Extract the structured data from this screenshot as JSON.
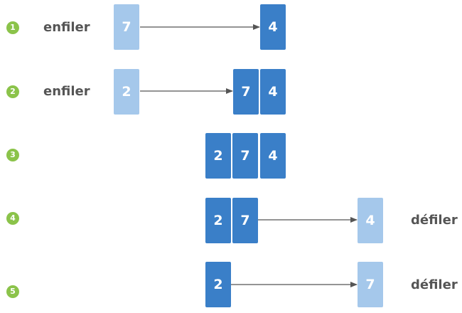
{
  "steps": [
    {
      "number": "1",
      "label": "enfiler",
      "queue": [
        "4"
      ],
      "moving": "7"
    },
    {
      "number": "2",
      "label": "enfiler",
      "queue": [
        "7",
        "4"
      ],
      "moving": "2"
    },
    {
      "number": "3",
      "label": "",
      "queue": [
        "2",
        "7",
        "4"
      ],
      "moving": ""
    },
    {
      "number": "4",
      "label": "défiler",
      "queue": [
        "2",
        "7"
      ],
      "moving": "4"
    },
    {
      "number": "5",
      "label": "défiler",
      "queue": [
        "2"
      ],
      "moving": "7"
    }
  ],
  "colors": {
    "queue_element": "#3a7fc8",
    "moving_element": "#a5c8eb",
    "step_badge": "#8bc34a",
    "arrow": "#555555",
    "label_text": "#555555"
  }
}
